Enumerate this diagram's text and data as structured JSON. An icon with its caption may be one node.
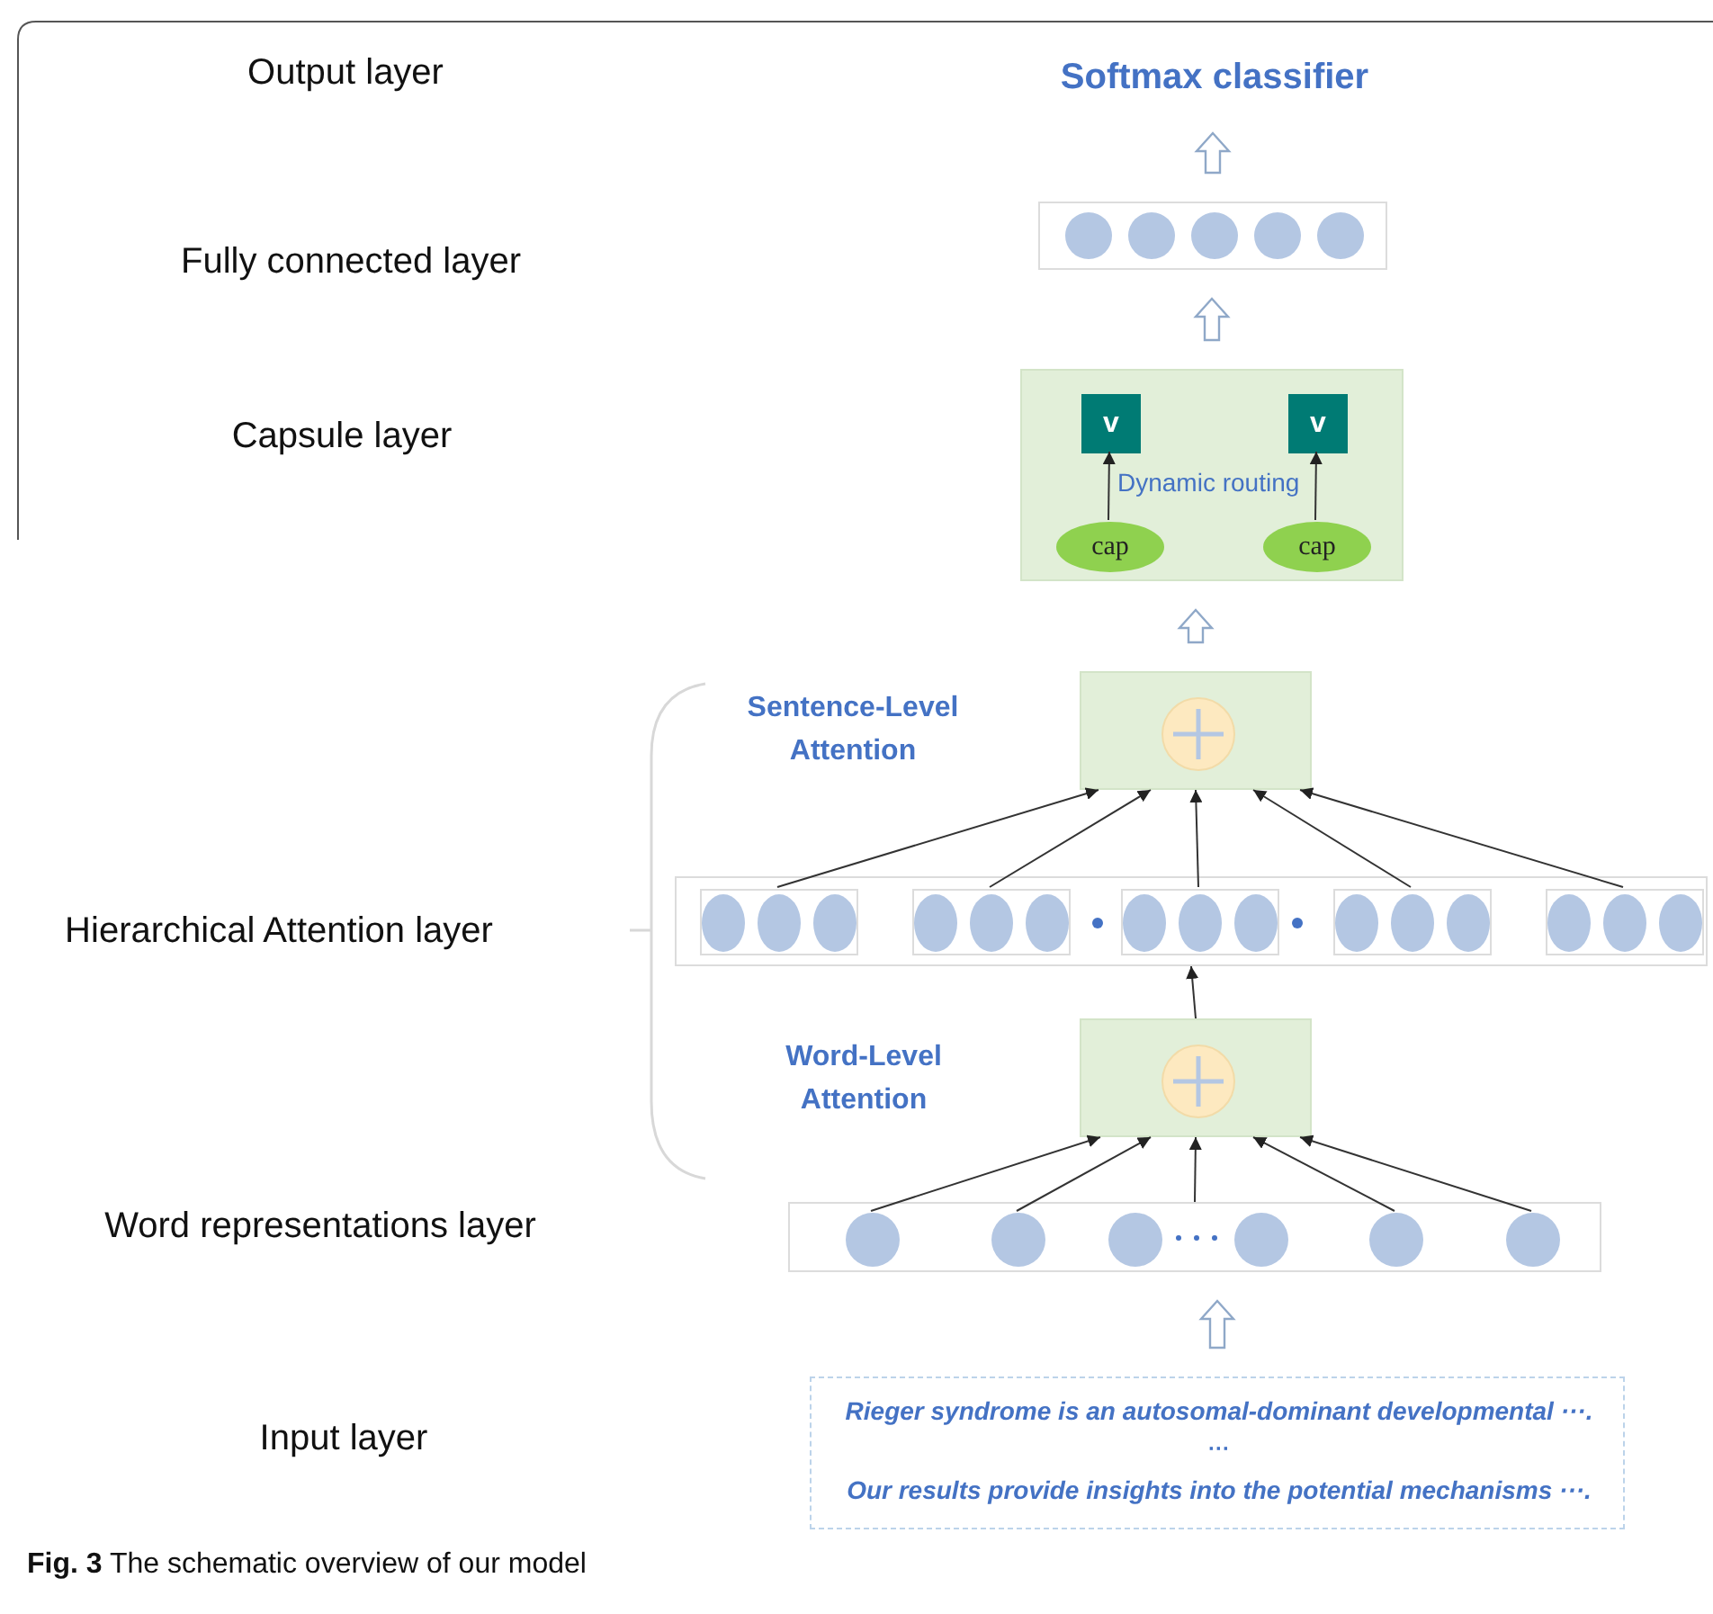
{
  "diagram": {
    "caption": "**Fig. 3** The schematic overview of our model",
    "nodes": [
      {
        "text": [
          "Softmax classifier"
        ]
      },
      {
        "text": [],
        "shape": "box"
      },
      {
        "text": [
          "Dynamic routing"
        ]
      },
      {
        "text": [
          "v"
        ],
        "in": 2
      },
      {
        "text": [
          "v"
        ],
        "in": 2
      },
      {
        "text": [
          "cap"
        ],
        "in": 2
      },
      {
        "text": [
          "cap"
        ],
        "in": 2
      },
      {
        "text": [],
        "shape": "box"
      },
      {
        "text": [],
        "shape": "box"
      },
      {
        "text": [],
        "shape": "box",
        "in": 8
      },
      {
        "text": [],
        "shape": "box",
        "in": 8
      },
      {
        "text": [],
        "shape": "box",
        "in": 8
      },
      {
        "text": [],
        "shape": "box",
        "in": 8
      },
      {
        "text": [],
        "shape": "box",
        "in": 8
      },
      {
        "text": [],
        "shape": "box"
      },
      {
        "text": [],
        "shape": "box"
      },
      {
        "text": [],
        "shape": "circle",
        "in": 15
      },
      {
        "text": [],
        "shape": "circle",
        "in": 15
      },
      {
        "text": [],
        "shape": "circle",
        "in": 15
      },
      {
        "text": [],
        "shape": "circle",
        "in": 15
      },
      {
        "text": [],
        "shape": "circle",
        "in": 15
      },
      {
        "text": [],
        "shape": "circle",
        "in": 15
      },
      {
        "text": [
          "Rieger syndrome is an autosomal-dominant developmental ···.",
          "···",
          "Our results provide insights into the potential mechanisms ···."
        ]
      }
    ],
    "edges": [
      {
        "from": 1,
        "to": 0,
        "arrow": "to",
        "style": "thick"
      },
      {
        "from": 2,
        "to": 1,
        "arrow": "to",
        "style": "thick"
      },
      {
        "from": 7,
        "to": 2,
        "arrow": "to",
        "style": "thick"
      },
      {
        "from": 5,
        "to": 3,
        "arrow": "to"
      },
      {
        "from": 6,
        "to": 4,
        "arrow": "to"
      },
      {
        "from": 9,
        "to": 7,
        "arrow": "to"
      },
      {
        "from": 10,
        "to": 7,
        "arrow": "to"
      },
      {
        "from": 11,
        "to": 7,
        "arrow": "to"
      },
      {
        "from": 12,
        "to": 7,
        "arrow": "to"
      },
      {
        "from": 13,
        "to": 7,
        "arrow": "to"
      },
      {
        "from": 14,
        "to": 8,
        "arrow": "to"
      },
      {
        "from": 16,
        "to": 14,
        "arrow": "to"
      },
      {
        "from": 17,
        "to": 14,
        "arrow": "to"
      },
      {
        "from": 15,
        "to": 14,
        "arrow": "to"
      },
      {
        "from": 20,
        "to": 14,
        "arrow": "to"
      },
      {
        "from": 21,
        "to": 14,
        "arrow": "to"
      },
      {
        "from": 22,
        "to": 15,
        "arrow": "to",
        "style": "thick"
      }
    ],
    "labels": [
      "Output layer",
      "Fully connected layer",
      "Capsule layer",
      "Sentence-Level Attention",
      "Hierarchical Attention layer",
      "Word-Level Attention",
      "Word representations layer",
      "Input layer"
    ]
  }
}
